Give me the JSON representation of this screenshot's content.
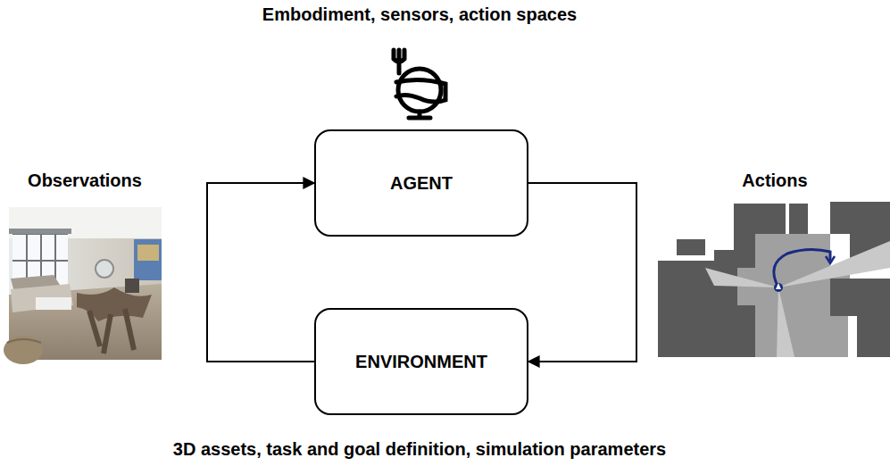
{
  "diagram": {
    "nodes": [
      {
        "text": [
          "AGENT"
        ]
      },
      {
        "text": [
          "ENVIRONMENT"
        ]
      }
    ],
    "edges": [
      {
        "from": 0,
        "to": 1,
        "arrow": "to"
      },
      {
        "from": 1,
        "to": 0,
        "arrow": "to"
      }
    ],
    "labels": [
      "Embodiment, sensors, action spaces",
      "Observations",
      "Actions",
      "3D assets, task and goal definition, simulation parameters"
    ]
  }
}
